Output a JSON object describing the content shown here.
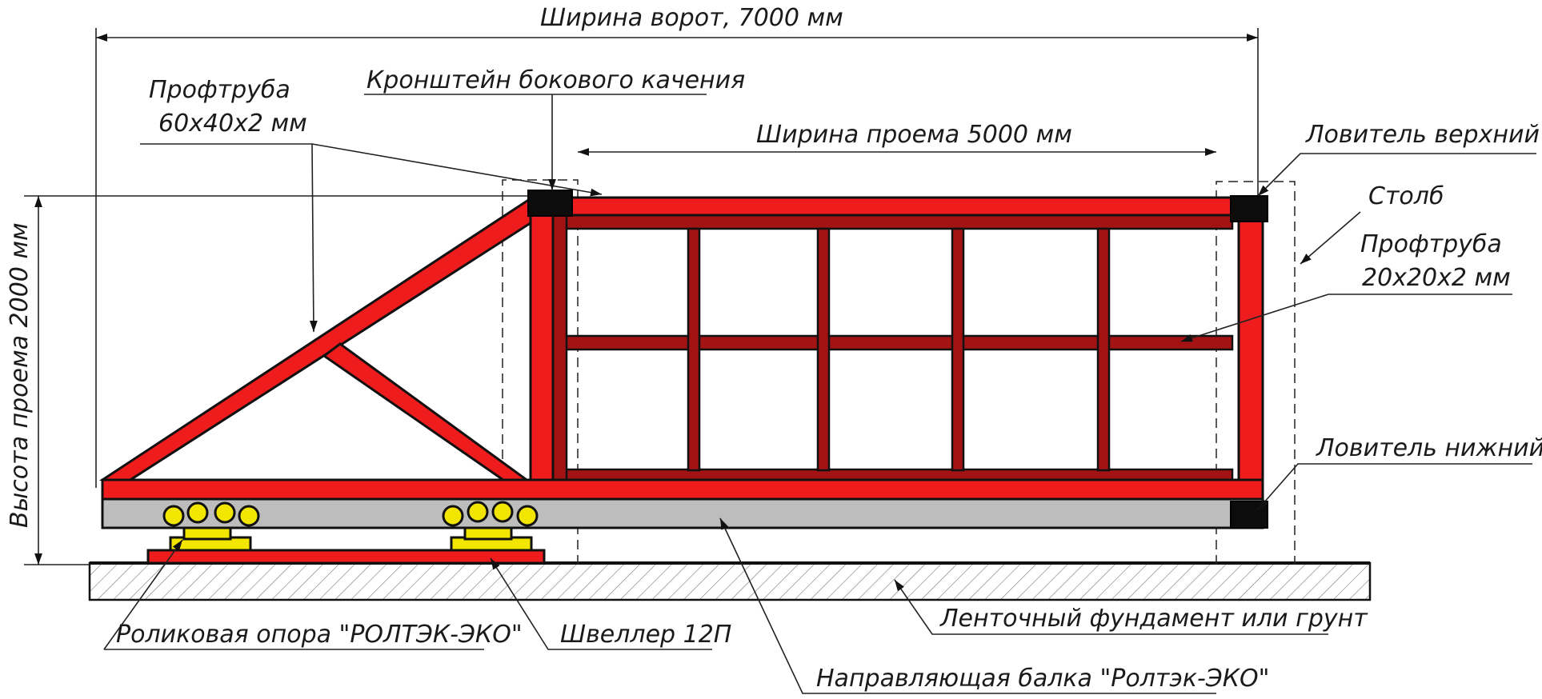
{
  "labels": {
    "gate_width": "Ширина ворот, 7000 мм",
    "opening_width": "Ширина проема 5000 мм",
    "opening_height": "Высота проема 2000 мм",
    "pipe_60_line1": "Профтруба",
    "pipe_60_line2": "60х40х2 мм",
    "side_bracket": "Кронштейн бокового качения",
    "catcher_top": "Ловитель верхний",
    "post": "Столб",
    "pipe_20_line1": "Профтруба",
    "pipe_20_line2": "20х20х2 мм",
    "catcher_bottom": "Ловитель нижний",
    "roller_support": "Роликовая опора \"РОЛТЭК-ЭКО\"",
    "channel": "Швеллер 12П",
    "foundation": "Ленточный фундамент или грунт",
    "guide_beam": "Направляющая балка \"Ролтэк-ЭКО\""
  },
  "colors": {
    "frame": "#ee1c1c",
    "inner_frame": "#a31313",
    "guide_beam": "#bdbdbd",
    "roller": "#f2e600",
    "catcher": "#0c0c0c"
  },
  "icons": [
    "roller-icon",
    "catcher-block-icon",
    "arrow-icon"
  ]
}
